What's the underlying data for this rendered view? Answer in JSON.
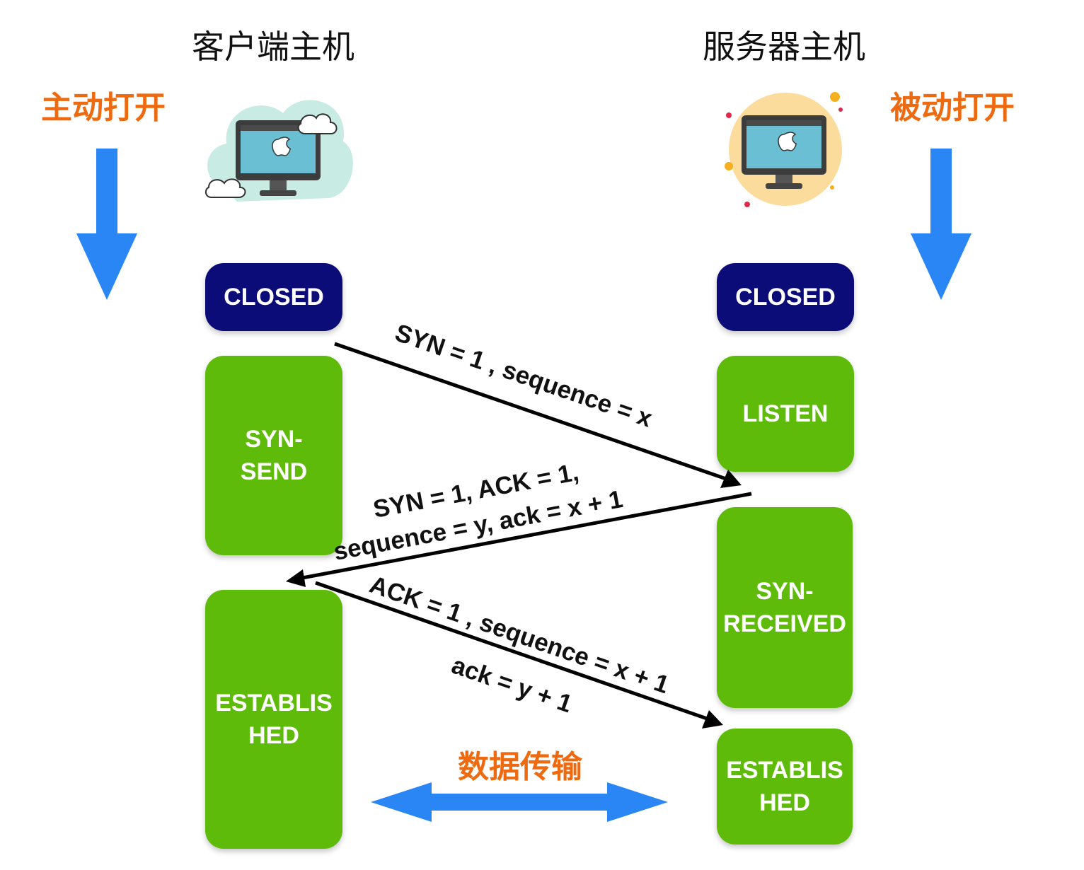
{
  "client": {
    "title": "客户端主机",
    "open_label": "主动打开",
    "states": {
      "closed": "CLOSED",
      "syn_send": "SYN-\nSEND",
      "established": "ESTABLIS\nHED"
    }
  },
  "server": {
    "title": "服务器主机",
    "open_label": "被动打开",
    "states": {
      "closed": "CLOSED",
      "listen": "LISTEN",
      "syn_received": "SYN-\nRECEIVED",
      "established": "ESTABLIS\nHED"
    }
  },
  "messages": {
    "syn": "SYN = 1 , sequence = x",
    "synack_line1": "SYN = 1, ACK = 1,",
    "synack_line2": "sequence = y, ack = x + 1",
    "ack_line1": "ACK = 1 , sequence = x + 1",
    "ack_line2": "ack = y + 1"
  },
  "data_transfer": "数据传输",
  "colors": {
    "closed": "#0c0c78",
    "state_green": "#5fbb0a",
    "label_orange": "#ee6a10",
    "arrow_blue": "#2a86f5"
  },
  "icons": {
    "client": "cloud-computer-icon",
    "server": "sun-computer-icon"
  }
}
